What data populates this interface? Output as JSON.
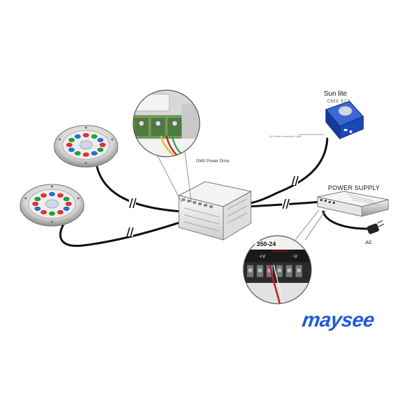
{
  "labels": {
    "sunlite_title": "Sun lite",
    "sunlite_subtitle": "DMX 512",
    "xlr_note": "XLR male connector 3-pin",
    "dmx_power_drive": "DMX Power Drive",
    "power_supply": "POWER SUPPLY",
    "ac": "AC",
    "psu_model": "350-24",
    "psu_rating": "24V 14.6A",
    "psu_vplus": "+V",
    "psu_vminus": "-V"
  },
  "brand": {
    "name": "maysee",
    "color": "#1f5bd8"
  },
  "lights": [
    {
      "name": "underwater-light-upper",
      "led_colors": [
        "#e0303a",
        "#2a9a3a",
        "#2a6fd0",
        "#e0303a",
        "#2a9a3a",
        "#2a6fd0",
        "#e0303a",
        "#2a9a3a",
        "#2a6fd0",
        "#e0303a",
        "#2a9a3a",
        "#2a6fd0"
      ]
    },
    {
      "name": "underwater-light-lower",
      "led_colors": [
        "#e0303a",
        "#2a6fd0",
        "#e0303a",
        "#2a9a3a",
        "#e0303a",
        "#2a6fd0",
        "#e0303a",
        "#2a9a3a",
        "#e0303a",
        "#2a6fd0",
        "#e0303a",
        "#2a9a3a"
      ]
    }
  ],
  "colors": {
    "cable": "#111111",
    "sunlite_body": "#1c48b8",
    "wire_red": "#c8202a",
    "wire_green": "#3aa14a",
    "wire_yellow": "#e0c020"
  }
}
